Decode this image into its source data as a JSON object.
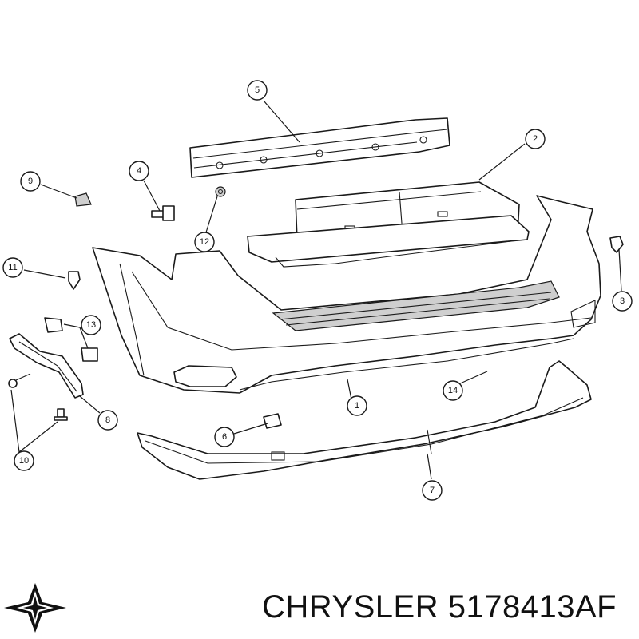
{
  "callouts": [
    {
      "id": "1",
      "label": "1"
    },
    {
      "id": "2",
      "label": "2"
    },
    {
      "id": "3",
      "label": "3"
    },
    {
      "id": "4",
      "label": "4"
    },
    {
      "id": "5",
      "label": "5"
    },
    {
      "id": "6",
      "label": "6"
    },
    {
      "id": "7",
      "label": "7"
    },
    {
      "id": "8",
      "label": "8"
    },
    {
      "id": "9",
      "label": "9"
    },
    {
      "id": "10",
      "label": "10"
    },
    {
      "id": "11",
      "label": "11"
    },
    {
      "id": "12",
      "label": "12"
    },
    {
      "id": "13",
      "label": "13"
    },
    {
      "id": "14",
      "label": "14"
    }
  ],
  "brand": {
    "text": "CHRYSLER 5178413AF",
    "logo_icon": "chrysler-pentastar-icon",
    "color": "#111111"
  }
}
